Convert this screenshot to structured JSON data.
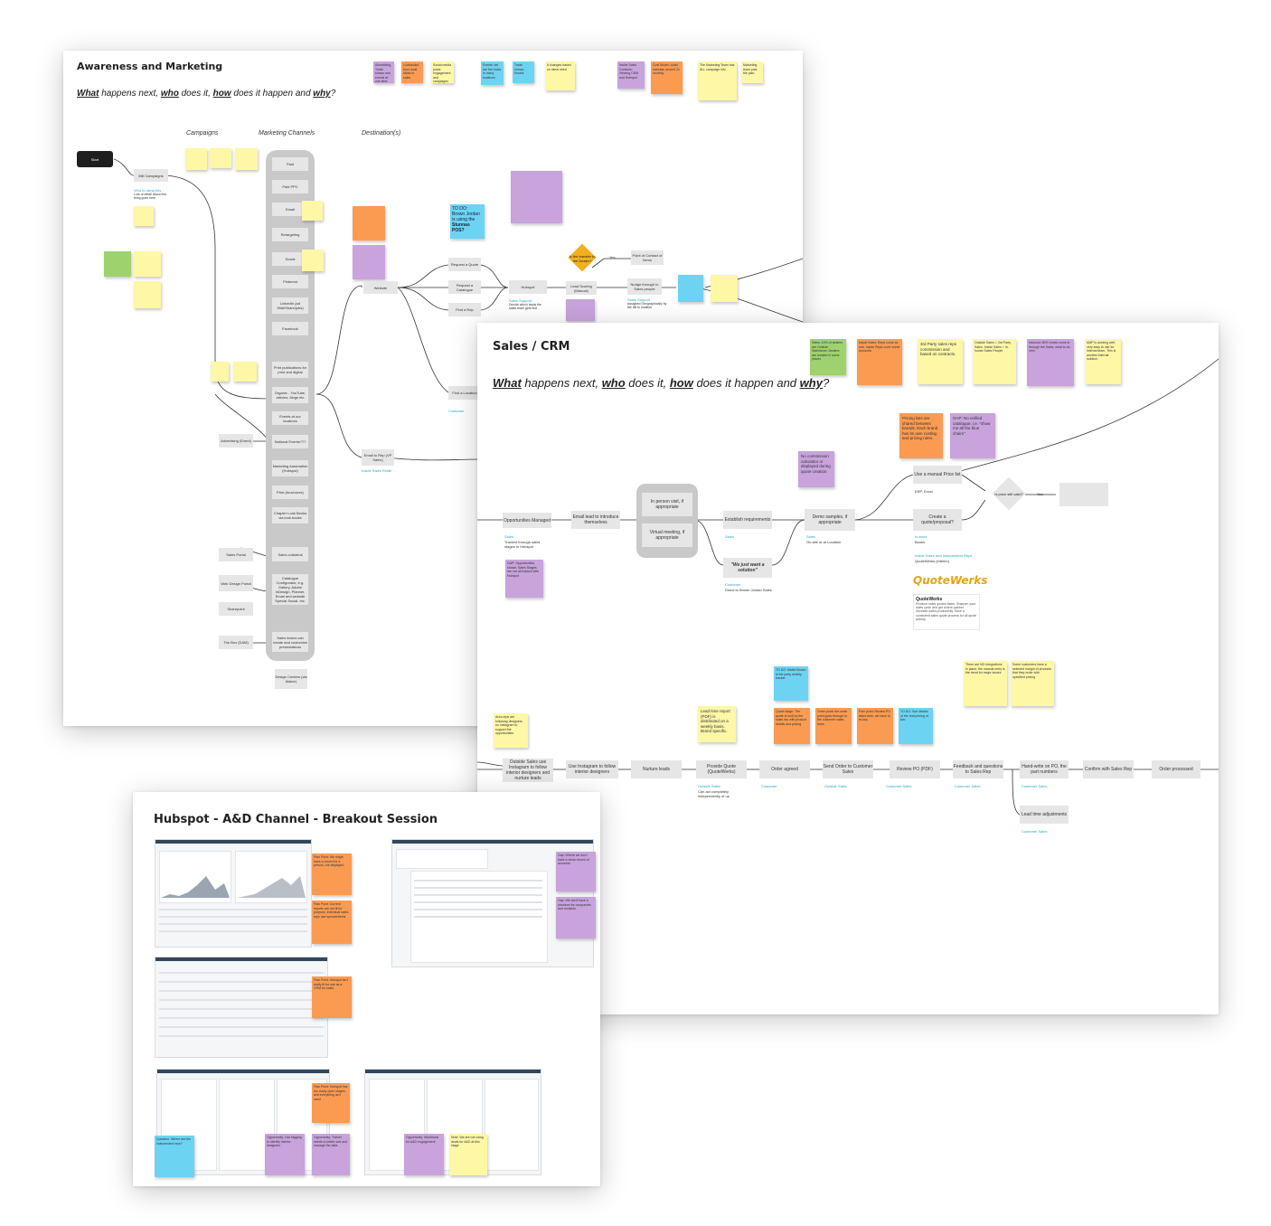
{
  "boards": {
    "awareness": {
      "title": "Awareness and Marketing",
      "sub_what": "What",
      "sub_1": " happens next, ",
      "sub_who": "who",
      "sub_2": " does it, ",
      "sub_how": "how",
      "sub_3": " does it happen and ",
      "sub_why": "why",
      "sub_4": "?",
      "lanes": [
        "Campaigns",
        "Marketing Channels",
        "Destination(s)"
      ],
      "start": "Start",
      "campaign": "Mill Campaigns",
      "campaign_role": "Who is using this",
      "campaign_sub": "Lots of detail about this thing goes here",
      "channels": [
        "Paid",
        "Paid PPC",
        "Email",
        "Retargeting",
        "Social",
        "Pinterest",
        "LinkedIn (ad SlideShare/jobs)",
        "Facebook",
        "Print publications for print and digital",
        "Organic - YouTube, articles, blogs etc",
        "Events at our locations",
        "National Events???",
        "Marketing Automation (Hubspot)",
        "Print (brochures)",
        "Chapter Look Books via look books",
        "Sales collateral",
        "Catalogue Configurator, e.g. Gallery, Adobe InDesign, Planner, Email and website Special Social, etc.",
        "Sales teams can create and customize presentations"
      ],
      "sources": [
        "Advertising (Event)",
        "Sales Portal",
        "Web Design Portal",
        "Sharepoint",
        "The Box (DAM)"
      ],
      "below_channel": "Design Centers (via Maker)",
      "website": "Website",
      "dest": [
        "Request a Quote",
        "Request a Catalogue",
        "Find a Rep",
        "Find a Location"
      ],
      "hubspot": "Hubspot",
      "hubspot_role": "Sales Support",
      "hubspot_sub": "Decide which leads the sales team gets first",
      "lead_scoring": "Lead Scoring (Manual)",
      "nudge": "Nudge through to Sales people",
      "nudge_role": "Sales Support",
      "nudge_sub": "Assigned Geographically by the bill to location",
      "decision": "Is the transfer to the Dealer?",
      "decision_yes": "Yes",
      "point_of_contact": "Point of Contact of Items",
      "email_rep": "Email to Rep (VP Sales)",
      "email_rep_role": "Inside Sales Retail",
      "find_loc_role": "Customer",
      "todo_title": "TO DO:",
      "todo_body": "Brown Jordan is using the",
      "todo_bold": "Stunnas POS?",
      "notes_top": [
        {
          "c": "p",
          "t": "Advertising Trade shows and events at one time"
        },
        {
          "c": "o",
          "t": "Lookbooks: from local ideas to sales"
        },
        {
          "c": "y",
          "t": "Social media posts engagement and campaigns"
        },
        {
          "c": "b",
          "t": "Events: we are the hosts in many locations"
        },
        {
          "c": "b",
          "t": "Trade shows: Emails"
        },
        {
          "c": "y",
          "t": "It changes based on client need"
        },
        {
          "c": "p",
          "t": "Inside Sales Contacts: Viewing CRM and Hubspot"
        },
        {
          "c": "o",
          "t": "Cost Model: costs increase around 2x monthly"
        },
        {
          "c": "y",
          "t": "The Marketing Team has ALL campaign info"
        },
        {
          "c": "y",
          "t": "Marketing team puts the plan"
        }
      ]
    },
    "sales": {
      "title": "Sales / CRM",
      "sub_what": "What",
      "sub_1": " happens next, ",
      "sub_who": "who",
      "sub_2": " does it, ",
      "sub_how": "how",
      "sub_3": " does it happen and ",
      "sub_why": "why",
      "sub_4": "?",
      "notes_top": [
        {
          "c": "g",
          "t": "Sales: 10% of dealers are Outside Salesforce. Dealers are located in some places"
        },
        {
          "c": "o",
          "t": "Inside Sales: Reps come as one. Inside Reps cover some accounts"
        },
        {
          "c": "y",
          "t": "3rd Party sales reps commission and based on contracts."
        },
        {
          "c": "y",
          "t": "Outside Sales = 3rd Party Sales. Inside Sales = In-house Sales People"
        },
        {
          "c": "p",
          "t": "Inbound: 50% Leads come in through the Sales, what to do next"
        },
        {
          "c": "y",
          "t": "AMP is working well, very easy to use for internal team. This is another internal solution."
        }
      ],
      "flow": [
        "Opportunities Managed",
        "Email lead to introduce themselves",
        "In person visit, if appropriate",
        "Virtual meeting, if appropriate",
        "Establish requirements",
        "Demo samples, if appropriate",
        "\"We just want a solution\"",
        "Use a manual Price list",
        "Create a quote/proposal?",
        "Is price still valid?"
      ],
      "opp_role": "Sales",
      "opp_sub": "Tracked through sales stages in Hubspot",
      "est_role": "Sales",
      "demo_role": "Sales",
      "demo_sub": "On-site or at Location",
      "solution_role": "Customer",
      "solution_sub": "Direct to Brown Jordan Sales",
      "erp": "ERP, Excel",
      "create_role": "In-store",
      "create_sub": "Books",
      "inside_role": "Inside Sales and Independent Reps",
      "inside_sub": "QuoteWerks (interim)",
      "quotewerks_logo": "QuoteWerks",
      "quotewerks_title": "QuoteWerks",
      "quotewerks_body": "Produce sales quotes faster. Sharpen your sales cycle and get orders quicker. Increase sales productivity. Save a consistent sales quote process for all quote activity.",
      "yes": "Yes",
      "pricing_note": "Pricing lists are shared between brands. Each brand has its own costing and pricing rules.",
      "gap_note": "GAP: No unified catalogue, i.e. \"show me all the blue chairs\"",
      "calc_note": "No commission calculator or displayed during quote creation",
      "gap2": "GAP: Opportunities shown: Sales Stages are not all tracked with Hubspot",
      "flow2": [
        "Outside Sales use Instagram to follow interior designers and nurture leads",
        "Use Instagram to follow interior designers",
        "Nurture leads",
        "Provide Quote (QuoteWerks)",
        "Order agreed",
        "Send Order to Customer Sales",
        "Review PO (PDF)",
        "Feedback and questions to Sales Rep",
        "Hand-write on PO, the part numbers",
        "Confirm with Sales Rep",
        "Order processed",
        "Lead time adjustments"
      ],
      "flow2_roles": [
        "Outside Sales",
        "Customer",
        "Outside Sales",
        "Customer Sales",
        "Customer Sales",
        "Customer Sales",
        "Customer Sales"
      ],
      "quote_sub": "Can act completely independently of us",
      "lead_note": "Lead time report (PDF) is distributed on a weekly basis. Brand specific.",
      "notes_bottom": [
        {
          "c": "y",
          "t": "Area reps are following designers on Instagram to support the opportunities"
        },
        {
          "c": "b",
          "t": "TO DO: Mattel Brown is the party activity tracker"
        },
        {
          "c": "o",
          "t": "Quote stage: The quote is built by the sales rep with product details and pricing"
        },
        {
          "c": "o",
          "t": "Order point: the order point goes through to the customer sales team"
        },
        {
          "c": "o",
          "t": "Pain point: Review PO takes time, we have to re-key"
        },
        {
          "c": "b",
          "t": "TO DO: Sort details of the real pricing of two"
        },
        {
          "c": "y",
          "t": "There are NO integrations in place, the manual entry is the trend for major issues"
        },
        {
          "c": "y",
          "t": "Some customers have a selected margin of products that they order with specified pricing"
        }
      ]
    },
    "hubspot": {
      "title": "Hubspot - A&D Channel - Breakout Session",
      "notes": [
        {
          "c": "o",
          "t": "Pain Point: We might have a record for a person, not displayed"
        },
        {
          "c": "o",
          "t": "Pain Point: Current reports are not fit for purpose, individual sales reps use spreadsheets"
        },
        {
          "c": "o",
          "t": "Pain Point: Hubspot isn't really fit for use as a CRM for sales"
        },
        {
          "c": "o",
          "t": "Pain Point: Hubspot has too many open stages, and everything isn't used"
        },
        {
          "c": "p",
          "t": "Opportunity: Use tagging to identify interior designers"
        },
        {
          "c": "p",
          "t": "Opportunity: Trainer needs to better sort and manage the data"
        },
        {
          "c": "b",
          "t": "Question: Where are the independent reps?"
        },
        {
          "c": "p",
          "t": "Gap: Where we don't have a clean record of accounts"
        },
        {
          "c": "p",
          "t": "Gap: We don't have a structure for companies and contacts"
        },
        {
          "c": "p",
          "t": "Opportunity: Workflows for A&D engagement"
        },
        {
          "c": "y",
          "t": "Note: We are not using deals for A&D at this stage"
        }
      ]
    }
  },
  "colors": {
    "yellow": "#fdf7a6",
    "orange": "#fb9b52",
    "purple": "#c8a3dc",
    "blue": "#6dd3f3",
    "green": "#9ed26f",
    "node": "#e6e6e6",
    "role": "#2aa8c4",
    "diamond": "#f2b01e"
  }
}
